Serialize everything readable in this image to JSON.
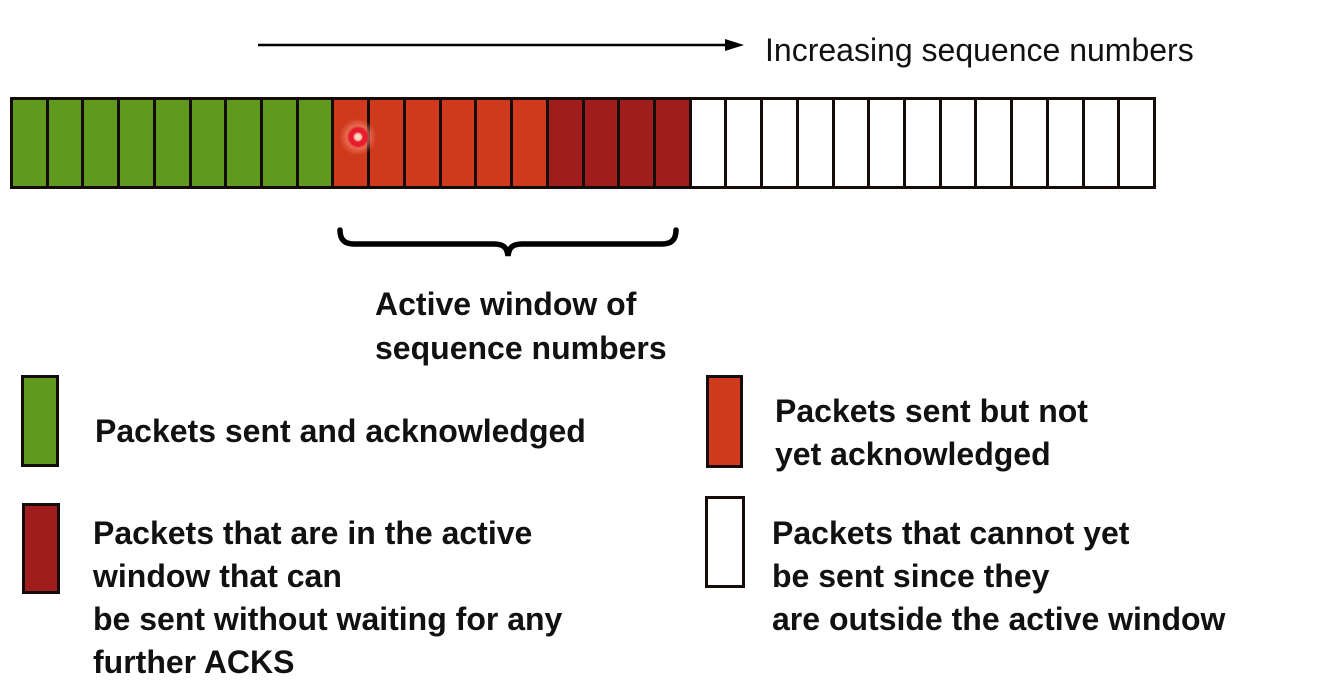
{
  "arrow": {
    "label": "Increasing sequence numbers"
  },
  "active_window": {
    "line1": "Active window of",
    "line2": "sequence numbers"
  },
  "colors": {
    "green": "#5f9a1f",
    "orange": "#cf3a1d",
    "dark_red": "#a01d1e",
    "white": "#ffffff",
    "border": "#150b08",
    "laser": "#e81a2c"
  },
  "sequence_bar": {
    "total_boxes": 32,
    "segments": [
      {
        "name": "sent-and-acknowledged",
        "color_key": "green",
        "count": 9
      },
      {
        "name": "sent-not-yet-acknowledged",
        "color_key": "orange",
        "count": 6
      },
      {
        "name": "in-active-window-sendable",
        "color_key": "dark_red",
        "count": 4
      },
      {
        "name": "outside-active-window",
        "color_key": "white",
        "count": 13
      }
    ]
  },
  "legend": [
    {
      "name": "sent-and-acknowledged",
      "color_key": "green",
      "lines": [
        "Packets sent and acknowledged"
      ]
    },
    {
      "name": "sent-not-yet-acknowledged",
      "color_key": "orange",
      "lines": [
        "Packets sent but not",
        "yet acknowledged"
      ]
    },
    {
      "name": "in-active-window-sendable",
      "color_key": "dark_red",
      "lines": [
        "Packets that are in the active",
        "window that can",
        "be sent without waiting for any",
        "further ACKS"
      ]
    },
    {
      "name": "outside-active-window",
      "color_key": "white",
      "lines": [
        "Packets that cannot yet",
        "be sent since they",
        "are outside the active window"
      ]
    }
  ]
}
